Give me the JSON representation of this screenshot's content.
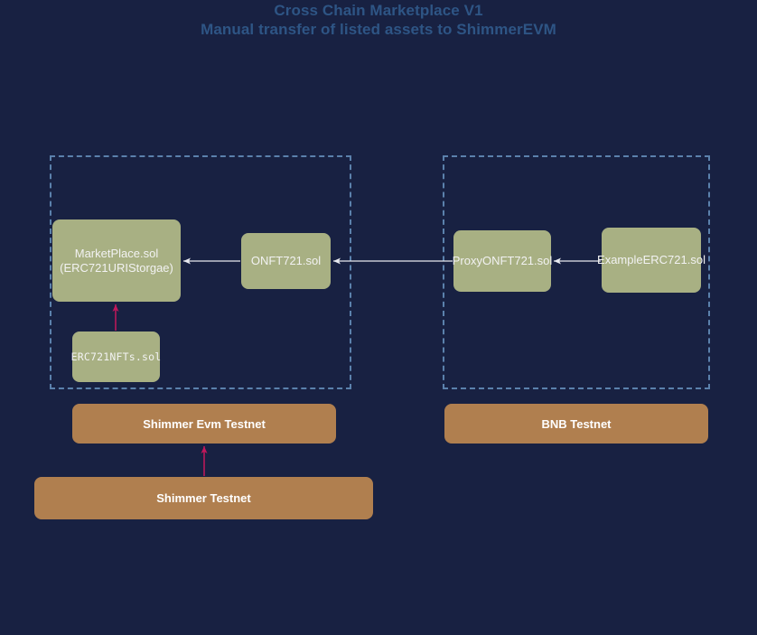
{
  "diagram": {
    "title": {
      "line_1": "Cross Chain Marketplace V1",
      "line_2": "Manual transfer of listed assets to ShimmerEVM"
    },
    "background_color": "#182142",
    "title_color": "#2e5585",
    "contract_node_color": "#a8b083",
    "network_node_color": "#b07f4f",
    "group_border_color": "#5b81ac",
    "edge_color": "#e8eaf0",
    "highlight_edge_color": "#c2185b",
    "groups": [
      {
        "id": "shimmer-evm",
        "label": ""
      },
      {
        "id": "bnb",
        "label": ""
      }
    ],
    "nodes": {
      "marketplace": {
        "label_line_1": "MarketPlace.sol",
        "label_line_2": "(ERC721URIStorgae)"
      },
      "erc721nfts": {
        "label": "ERC721NFTs.sol"
      },
      "onft721": {
        "label": "ONFT721.sol"
      },
      "proxyonft721": {
        "label": "ProxyONFT721.sol"
      },
      "exampleerc721": {
        "label": "ExampleERC721.sol"
      }
    },
    "networks": {
      "shimmer_evm_testnet": {
        "label": "Shimmer Evm Testnet"
      },
      "bnb_testnet": {
        "label": "BNB Testnet"
      },
      "shimmer_testnet": {
        "label": "Shimmer Testnet"
      }
    },
    "edges": [
      {
        "from": "onft721",
        "to": "marketplace",
        "color": "#e8eaf0"
      },
      {
        "from": "proxyonft721",
        "to": "onft721",
        "color": "#e8eaf0"
      },
      {
        "from": "exampleerc721",
        "to": "proxyonft721",
        "color": "#e8eaf0"
      },
      {
        "from": "erc721nfts",
        "to": "marketplace",
        "color": "#c2185b"
      },
      {
        "from": "shimmer_testnet",
        "to": "shimmer_evm_testnet",
        "color": "#c2185b"
      }
    ]
  }
}
